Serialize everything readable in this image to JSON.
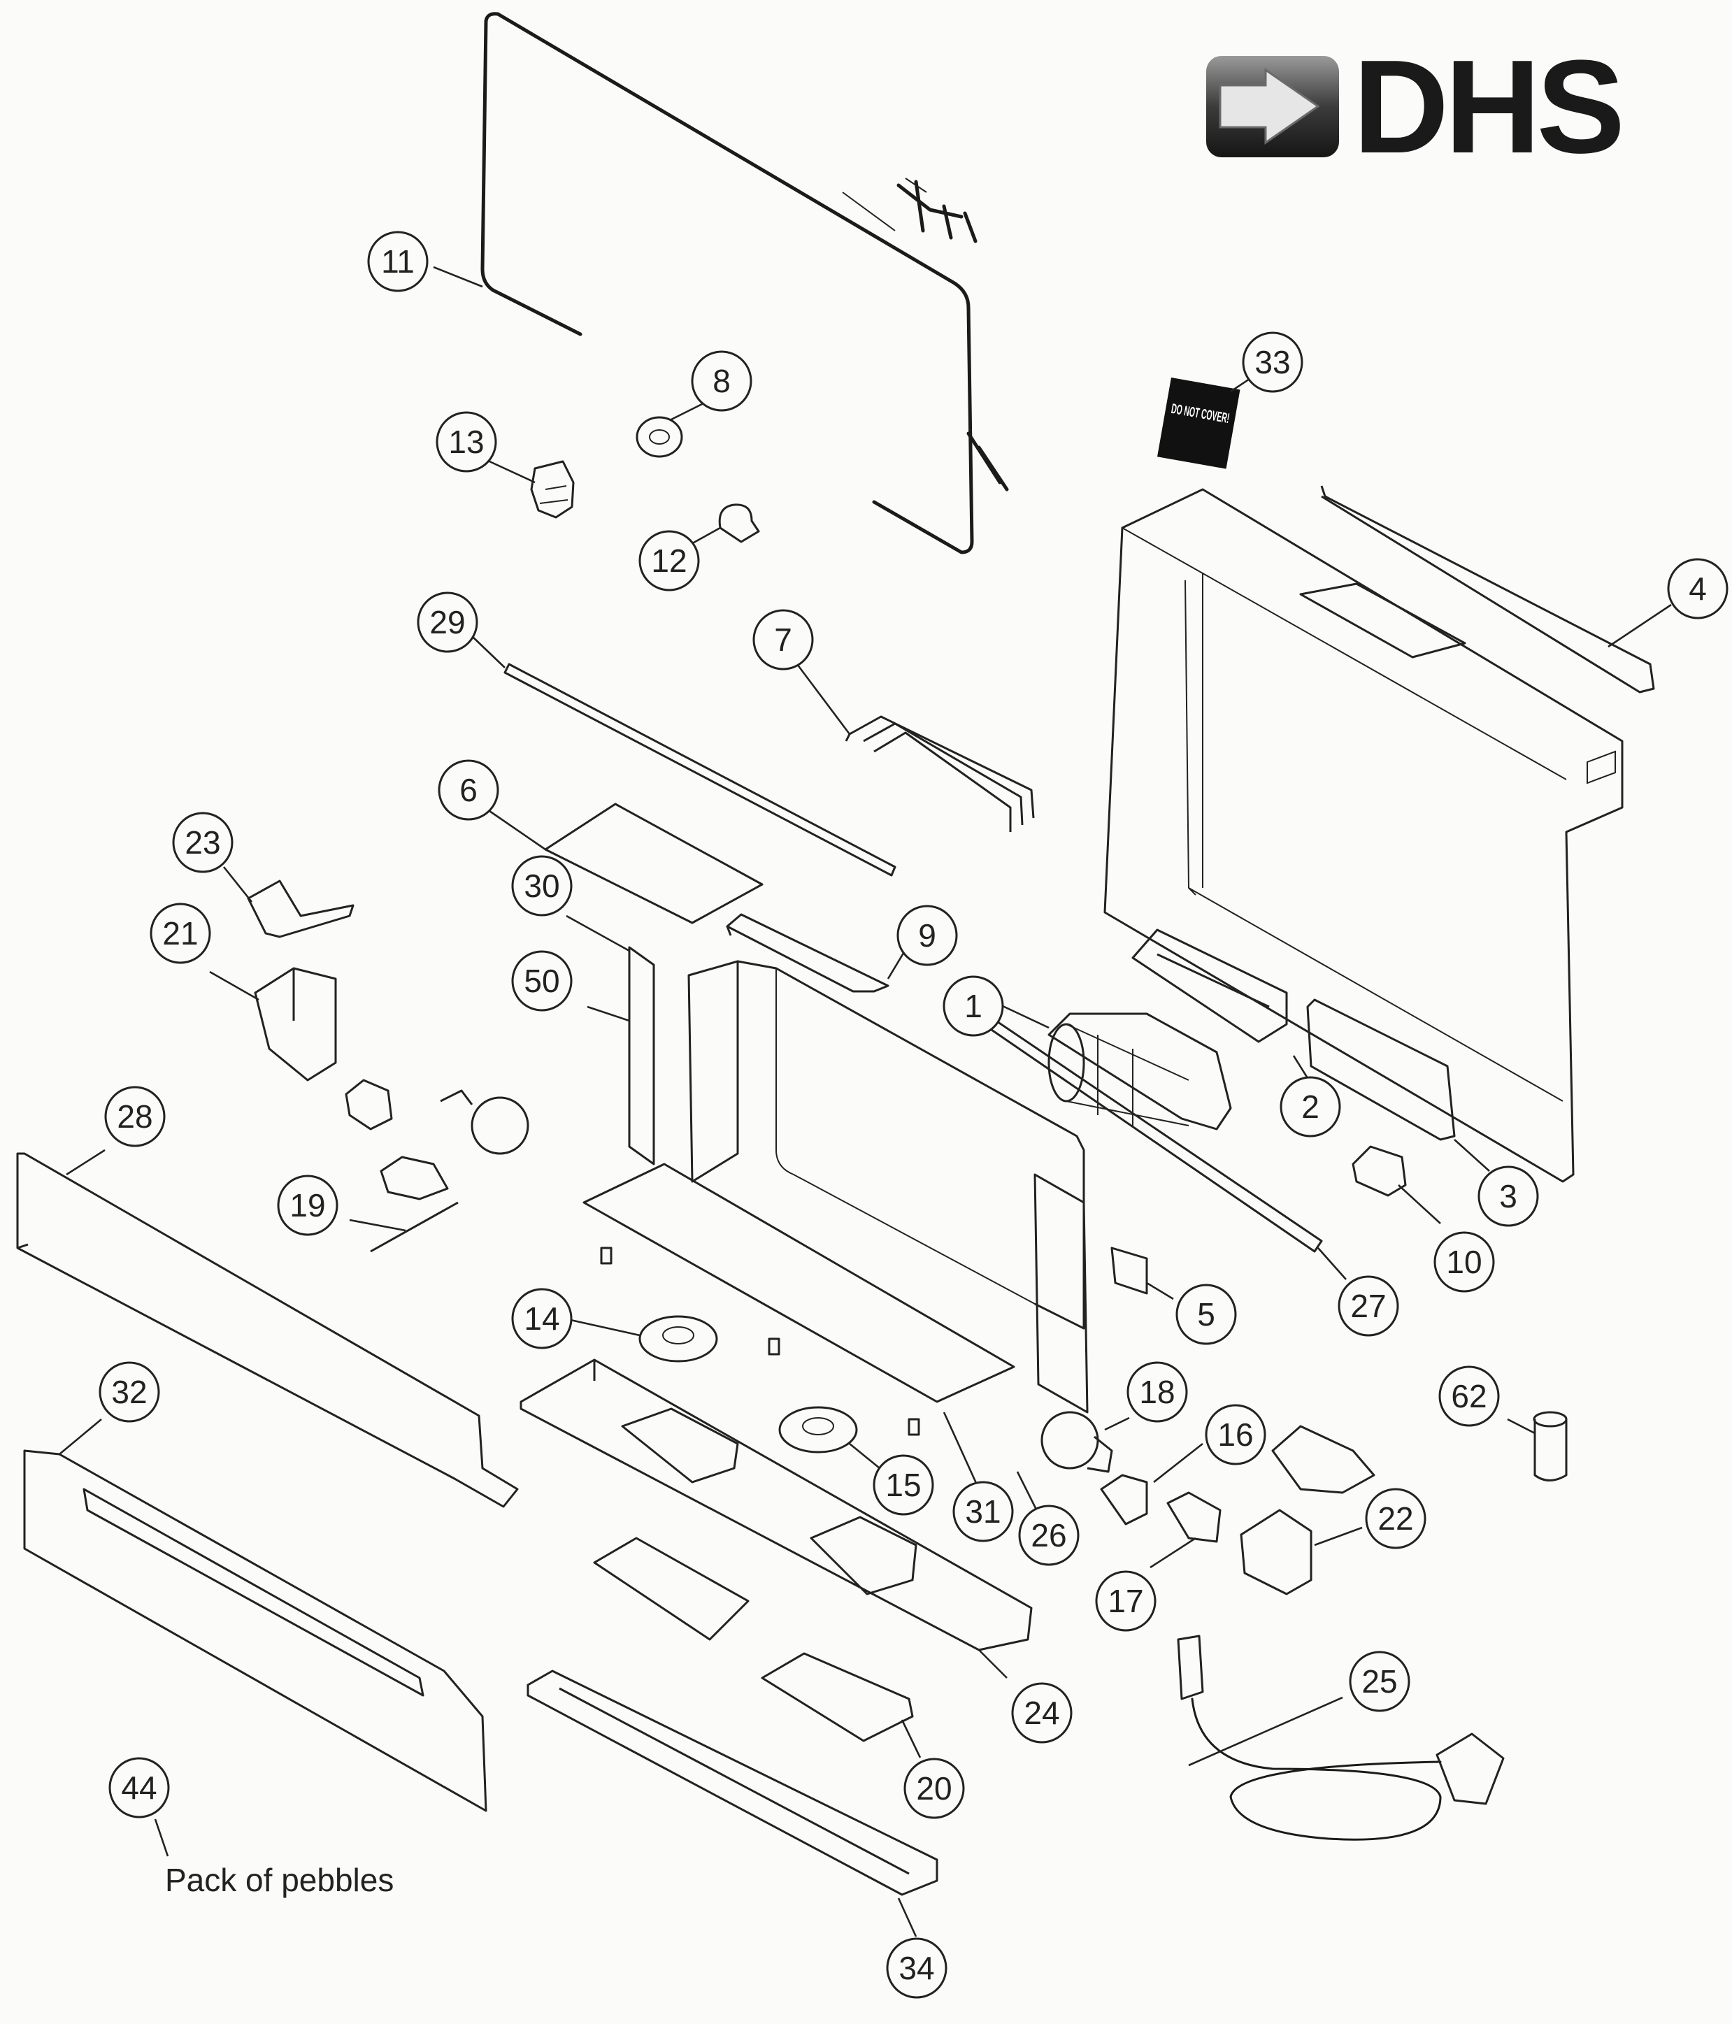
{
  "logo": {
    "text": "DHS",
    "icon": "arrow-in-box-icon"
  },
  "sticker_text": "DO NOT COVER!",
  "caption": "Pack of pebbles",
  "callouts": [
    "1",
    "2",
    "3",
    "4",
    "5",
    "6",
    "7",
    "8",
    "9",
    "10",
    "11",
    "12",
    "13",
    "14",
    "15",
    "16",
    "17",
    "18",
    "19",
    "20",
    "21",
    "22",
    "23",
    "24",
    "25",
    "26",
    "27",
    "28",
    "29",
    "30",
    "31",
    "32",
    "33",
    "34",
    "44",
    "50",
    "62"
  ]
}
